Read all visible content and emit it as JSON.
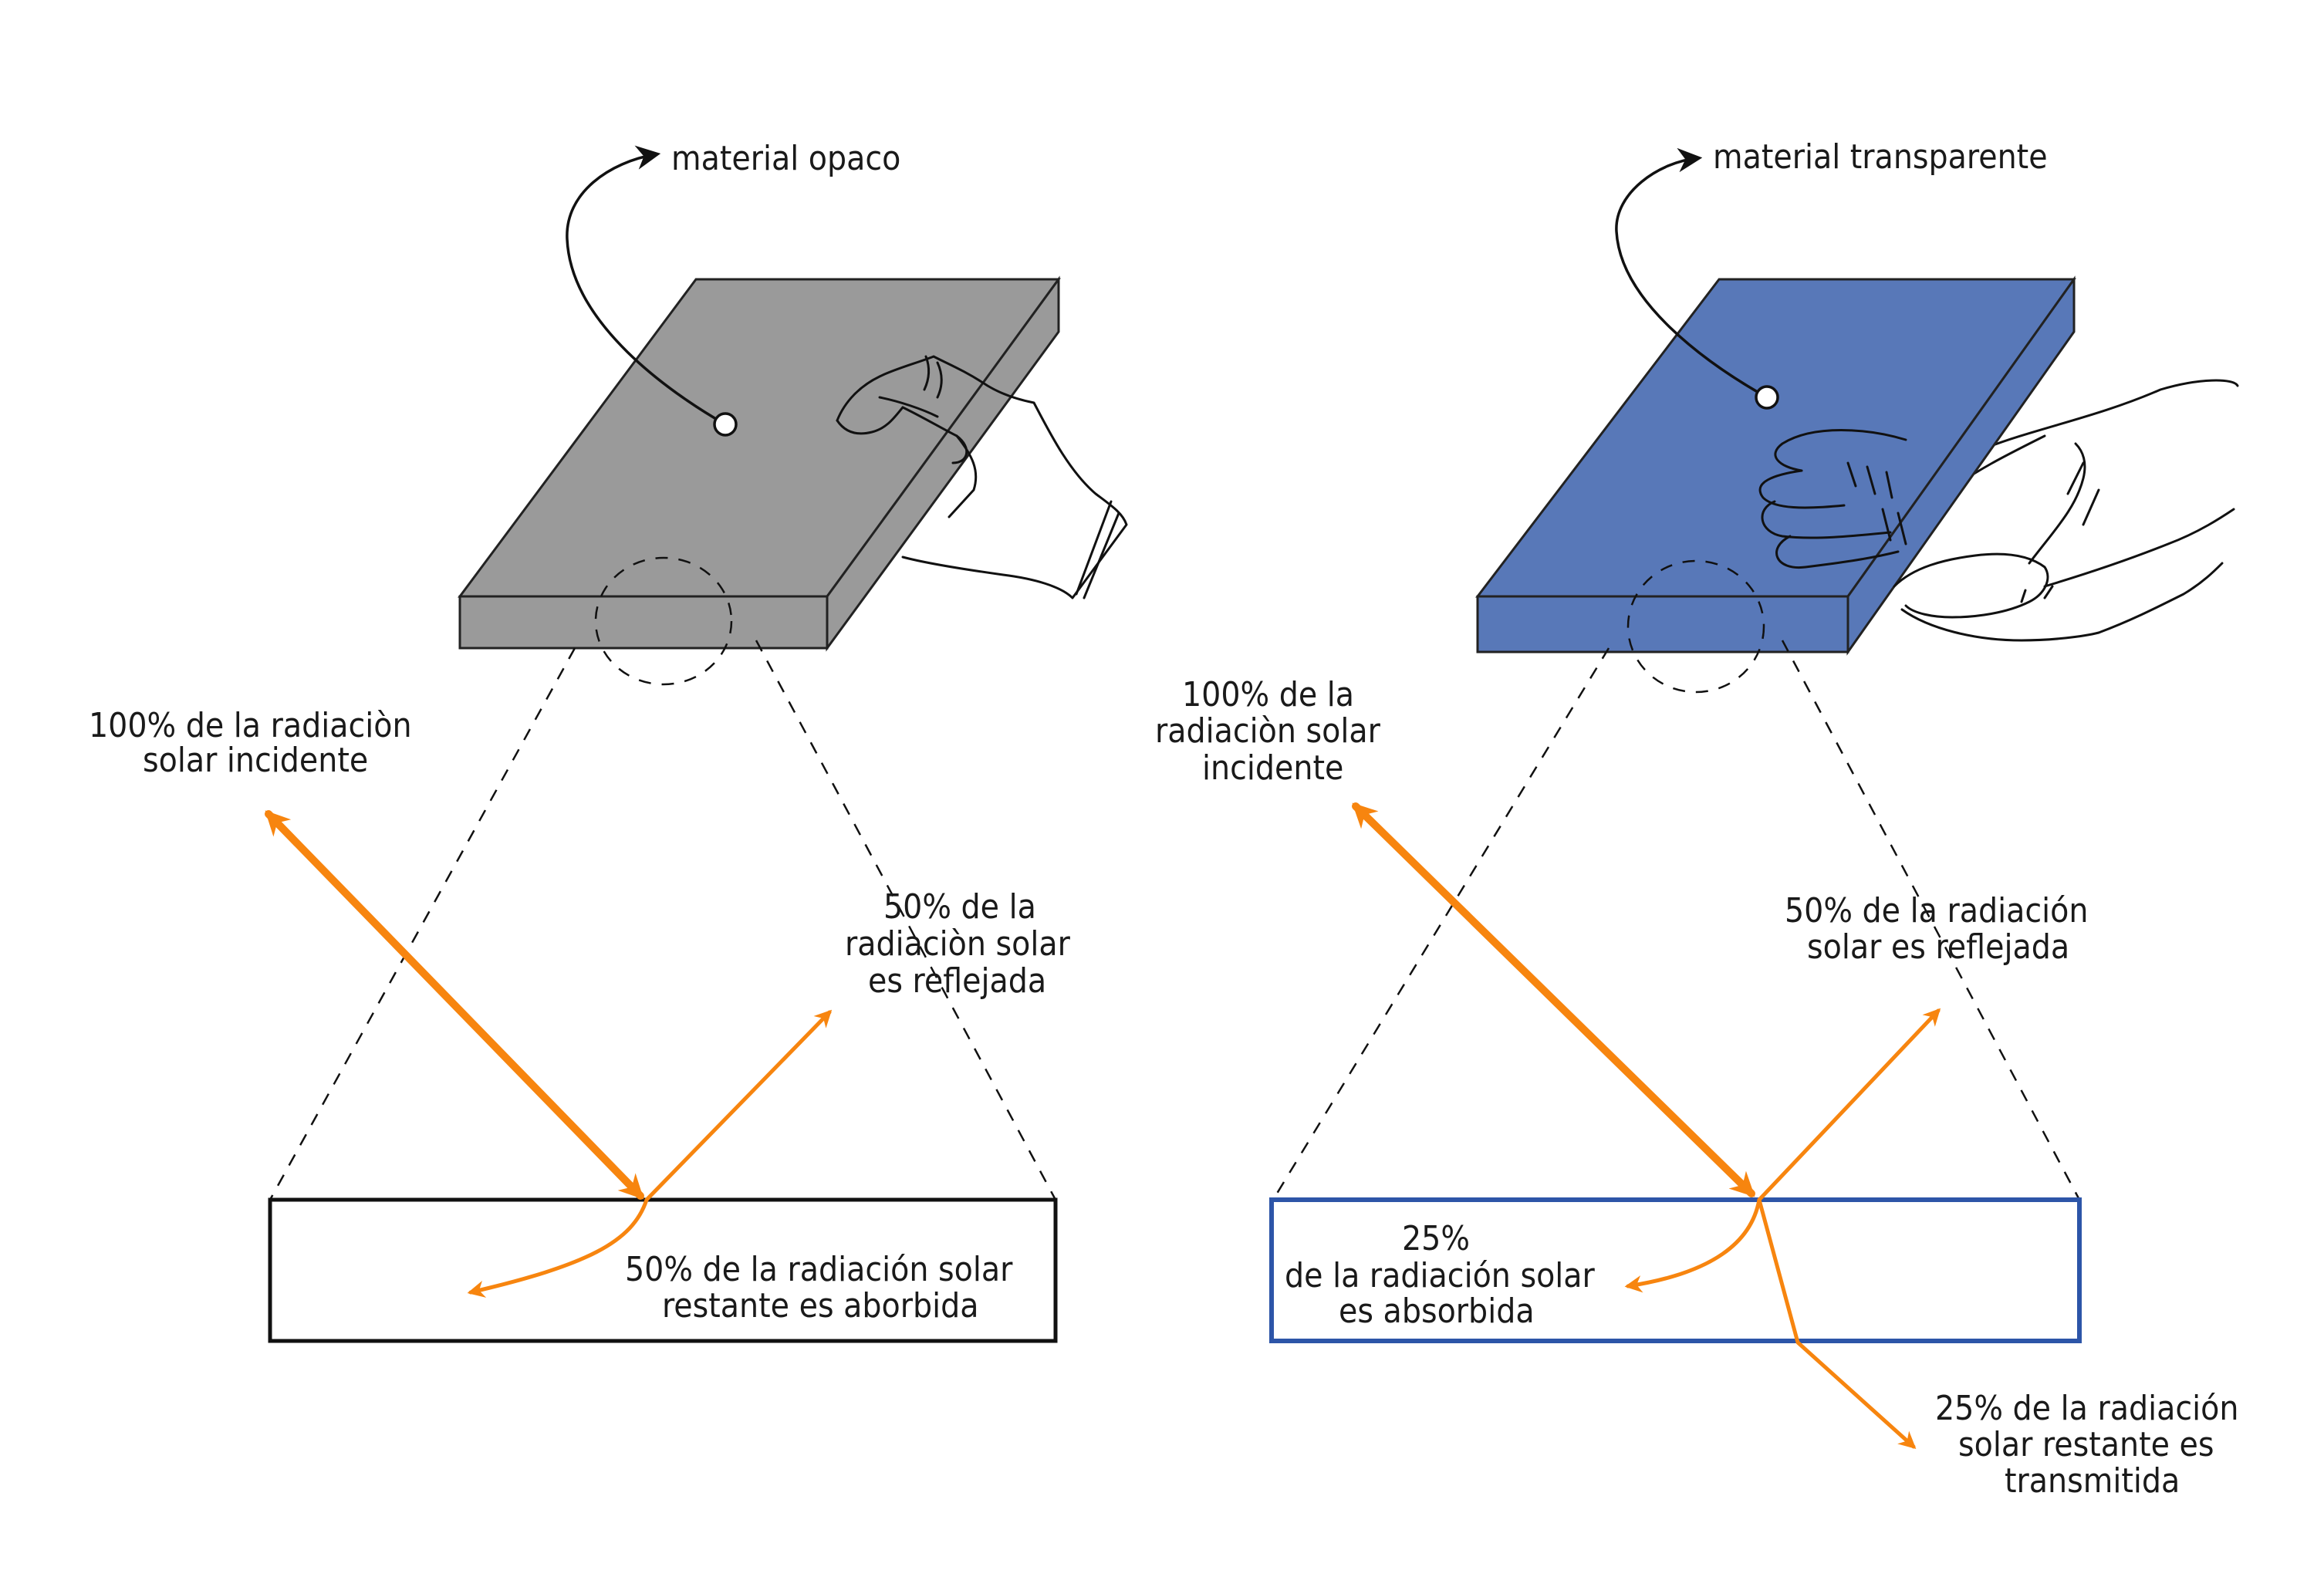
{
  "colors": {
    "opaque_slab": "#9a9a9a",
    "transparent_slab": "#5878b8",
    "radiation_arrow": "#f7850f",
    "transparent_frame": "#2d55a8"
  },
  "opaque_panel": {
    "material_label": "material opaco",
    "incident": [
      "100% de la radiaciòn",
      "solar incidente"
    ],
    "reflected": [
      "50% de la",
      "radiaciòn solar",
      "es reflejada"
    ],
    "absorbed": [
      "50% de la radiación solar",
      "restante es aborbida"
    ]
  },
  "transparent_panel": {
    "material_label": "material transparente",
    "incident": [
      "100% de la",
      "radiaciòn solar",
      "incidente"
    ],
    "reflected": [
      "50% de la radiación",
      "solar es reflejada"
    ],
    "absorbed": [
      "25%",
      "de la radiación solar",
      "es absorbida"
    ],
    "transmitted": [
      "25% de la radiación",
      "solar restante es",
      "transmitida"
    ]
  }
}
